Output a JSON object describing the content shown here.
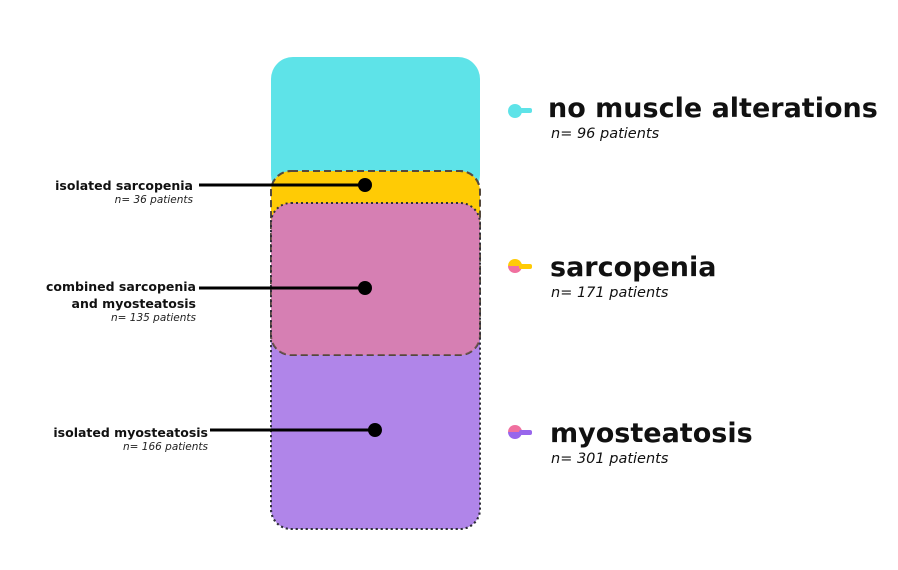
{
  "colors": {
    "no_alterations": "#5ee3e8",
    "sarcopenia": "#ffcb05",
    "combined": "#d67fb3",
    "myosteatosis": "#b085e9",
    "connector": "#000000",
    "legend_pink": "#f0709f",
    "legend_purple": "#9866ec"
  },
  "left_labels": [
    {
      "title": "isolated sarcopenia",
      "count": "n= 36 patients"
    },
    {
      "title": "combined sarcopenia\nand myosteatosis",
      "count": "n= 135 patients"
    },
    {
      "title": "isolated myosteatosis",
      "count": "n= 166 patients"
    }
  ],
  "legend": [
    {
      "title": "no muscle alterations",
      "count": "n= 96 patients",
      "icon": "cyan-pin-icon"
    },
    {
      "title": "sarcopenia",
      "count": "n= 171 patients",
      "icon": "yellow-pink-pin-icon"
    },
    {
      "title": "myosteatosis",
      "count": "n= 301 patients",
      "icon": "pink-purple-pin-icon"
    }
  ]
}
